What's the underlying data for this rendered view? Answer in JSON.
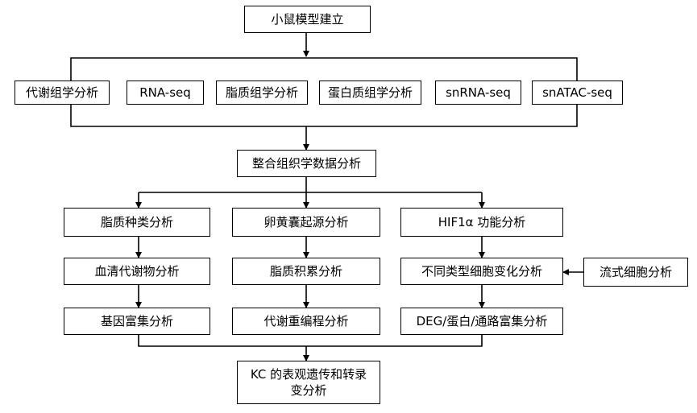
{
  "nodes": {
    "mouse_model": "小鼠模型建立",
    "metabolomics": "代谢组学分析",
    "rna_seq": "RNA-seq",
    "lipidomics": "脂质组学分析",
    "proteomics": "蛋白质组学分析",
    "snrna_seq": "snRNA-seq",
    "snatac_seq": "snATAC-seq",
    "integration": "整合组织学数据分析",
    "lipid_class": "脂质种类分析",
    "yolk_sac": "卵黄囊起源分析",
    "hif1a": "HIF1α 功能分析",
    "serum_metabolite": "血清代谢物分析",
    "lipid_accumulation": "脂质积累分析",
    "cell_type_change": "不同类型细胞变化分析",
    "flow_cytometry": "流式细胞分析",
    "gene_enrichment": "基因富集分析",
    "metabolic_reprogramming": "代谢重编程分析",
    "deg_enrichment": "DEG/蛋白/通路富集分析",
    "kc_line1": "KC 的表观遗传和转录",
    "kc_line2": "变分析"
  }
}
